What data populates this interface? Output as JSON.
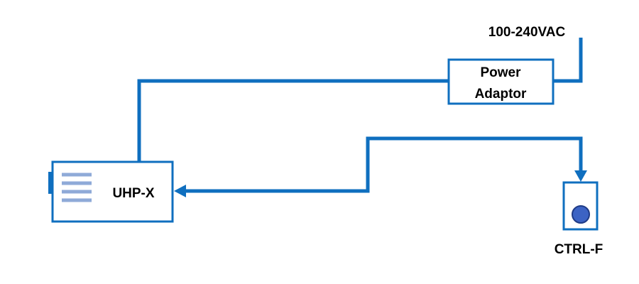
{
  "supply": {
    "label": "100-240VAC"
  },
  "power_adaptor": {
    "label_line1": "Power",
    "label_line2": "Adaptor"
  },
  "uhp": {
    "label": "UHP-X"
  },
  "ctrl": {
    "label": "CTRL-F"
  },
  "colors": {
    "wire": "#0f6fbf",
    "box_border": "#0f6fbf",
    "vent_lines": "#8faad8",
    "button_fill": "#3c63c4",
    "button_stroke": "#1f3b86",
    "text": "#000000"
  }
}
